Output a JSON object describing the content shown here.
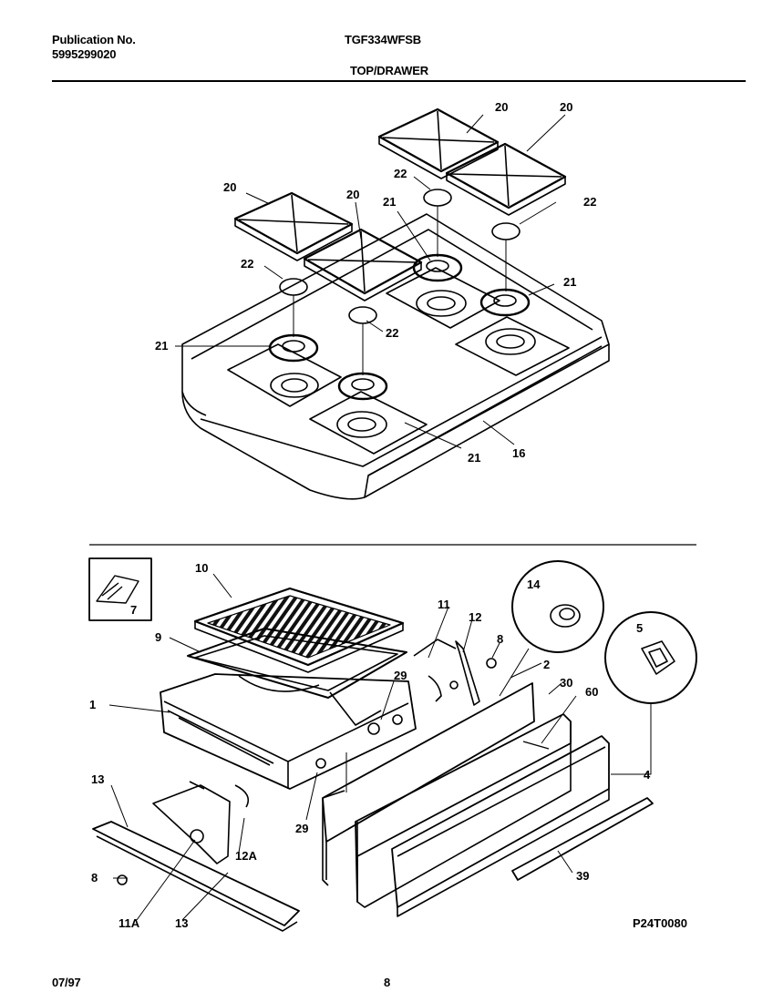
{
  "header": {
    "publication_label": "Publication No.",
    "publication_number": "5995299020",
    "model": "TGF334WFSB",
    "section": "TOP/DRAWER"
  },
  "footer": {
    "date": "07/97",
    "page": "8"
  },
  "diagram": {
    "figure_code": "P24T0080",
    "top_callouts": [
      "20",
      "20",
      "20",
      "20",
      "22",
      "22",
      "22",
      "22",
      "21",
      "21",
      "21",
      "21",
      "16"
    ],
    "drawer_callouts": [
      "10",
      "9",
      "1",
      "7",
      "14",
      "11",
      "12",
      "8",
      "29",
      "2",
      "30",
      "60",
      "5",
      "4",
      "13",
      "12A",
      "29",
      "8",
      "11A",
      "13",
      "39"
    ]
  }
}
